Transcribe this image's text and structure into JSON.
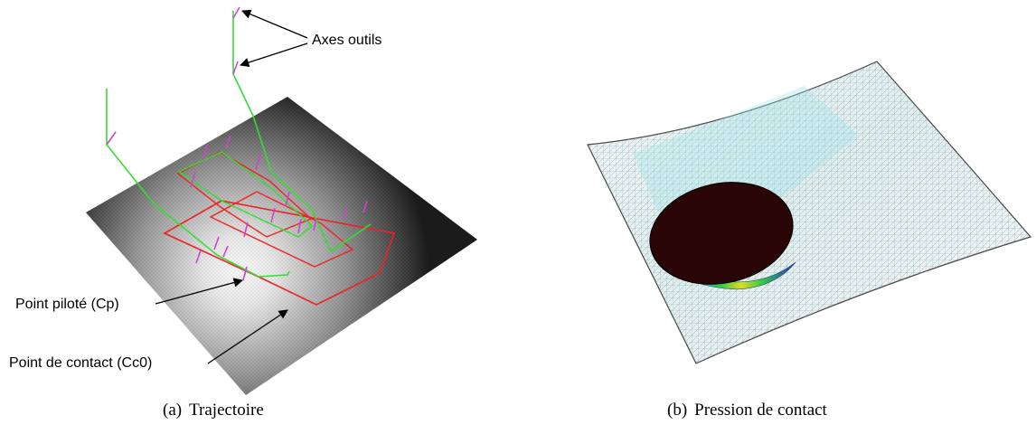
{
  "panel_a": {
    "caption_label": "(a)",
    "caption_text": "Trajectoire",
    "labels": {
      "tool_axes": "Axes outils",
      "piloted_point": "Point piloté (Cp)",
      "contact_point": "Point de contact (Cc0)"
    }
  },
  "panel_b": {
    "caption_label": "(b)",
    "caption_text": "Pression de contact"
  },
  "colors": {
    "toolpath_green": "#33dd33",
    "contact_red": "#ee2222",
    "tool_axis_magenta": "#cc44cc",
    "mesh_cyan": "#9fe3e8",
    "tool_dark": "#2a0505"
  }
}
